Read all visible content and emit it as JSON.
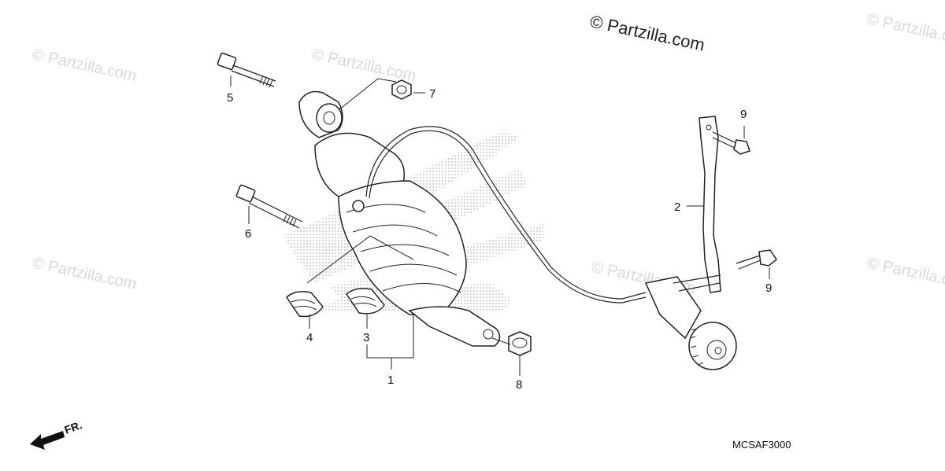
{
  "copyright": "© Partzilla.com",
  "watermark": "© Partzilla.com",
  "diagram_code": "MCSAF3000",
  "front_label": "FR.",
  "callouts": {
    "c1": "1",
    "c2": "2",
    "c3": "3",
    "c4": "4",
    "c5": "5",
    "c6": "6",
    "c7": "7",
    "c8": "8",
    "c9a": "9",
    "c9b": "9"
  },
  "colors": {
    "ink": "#222222",
    "watermark": "#d9d9d9",
    "logo_dots": "#bdbdbd"
  }
}
